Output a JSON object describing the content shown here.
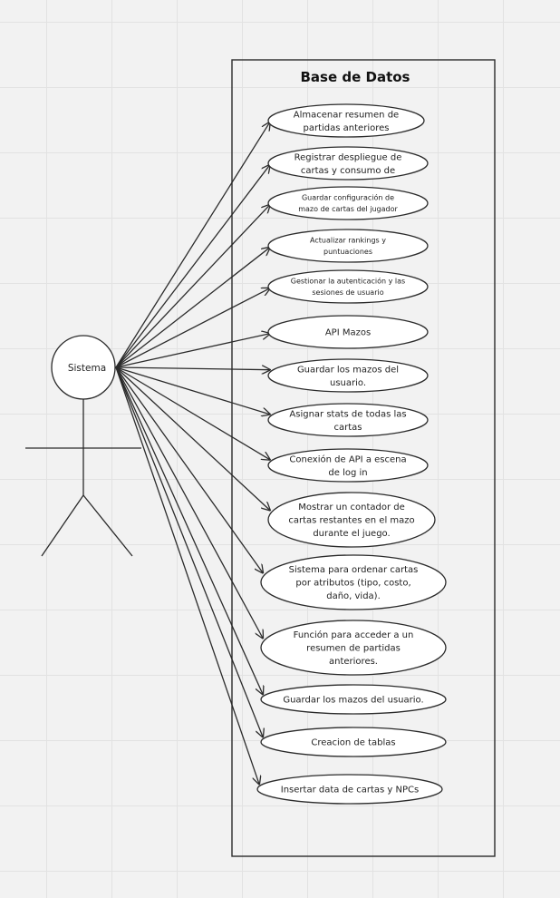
{
  "system": {
    "title": "Base de Datos"
  },
  "actor": {
    "name": "Sistema"
  },
  "use_cases": [
    {
      "lines": [
        "Almacenar resumen de",
        "partidas anteriores"
      ]
    },
    {
      "lines": [
        "Registrar despliegue de",
        "cartas y consumo de"
      ]
    },
    {
      "lines": [
        "Guardar configuración de",
        "mazo de cartas del jugador"
      ]
    },
    {
      "lines": [
        "Actualizar rankings y",
        "puntuaciones"
      ]
    },
    {
      "lines": [
        "Gestionar la autenticación y las",
        "sesiones de usuario"
      ]
    },
    {
      "lines": [
        "API Mazos"
      ]
    },
    {
      "lines": [
        "Guardar los mazos del",
        "usuario."
      ]
    },
    {
      "lines": [
        "Asignar stats de todas las",
        "cartas"
      ]
    },
    {
      "lines": [
        "Conexión de API a escena",
        "de log in"
      ]
    },
    {
      "lines": [
        "Mostrar un contador de",
        "cartas restantes en el mazo",
        "durante el juego."
      ]
    },
    {
      "lines": [
        "Sistema para ordenar cartas",
        "por atributos (tipo, costo,",
        "daño, vida)."
      ]
    },
    {
      "lines": [
        "Función para acceder a un",
        "resumen de partidas",
        "anteriores."
      ]
    },
    {
      "lines": [
        "Guardar los mazos del usuario."
      ]
    },
    {
      "lines": [
        "Creacion de tablas"
      ]
    },
    {
      "lines": [
        "Insertar data de cartas y NPCs"
      ]
    }
  ],
  "colors": {
    "stroke": "#2b2b2b",
    "fill": "#ffffff",
    "background": "#f2f2f2",
    "grid": "#e2e2e2"
  }
}
